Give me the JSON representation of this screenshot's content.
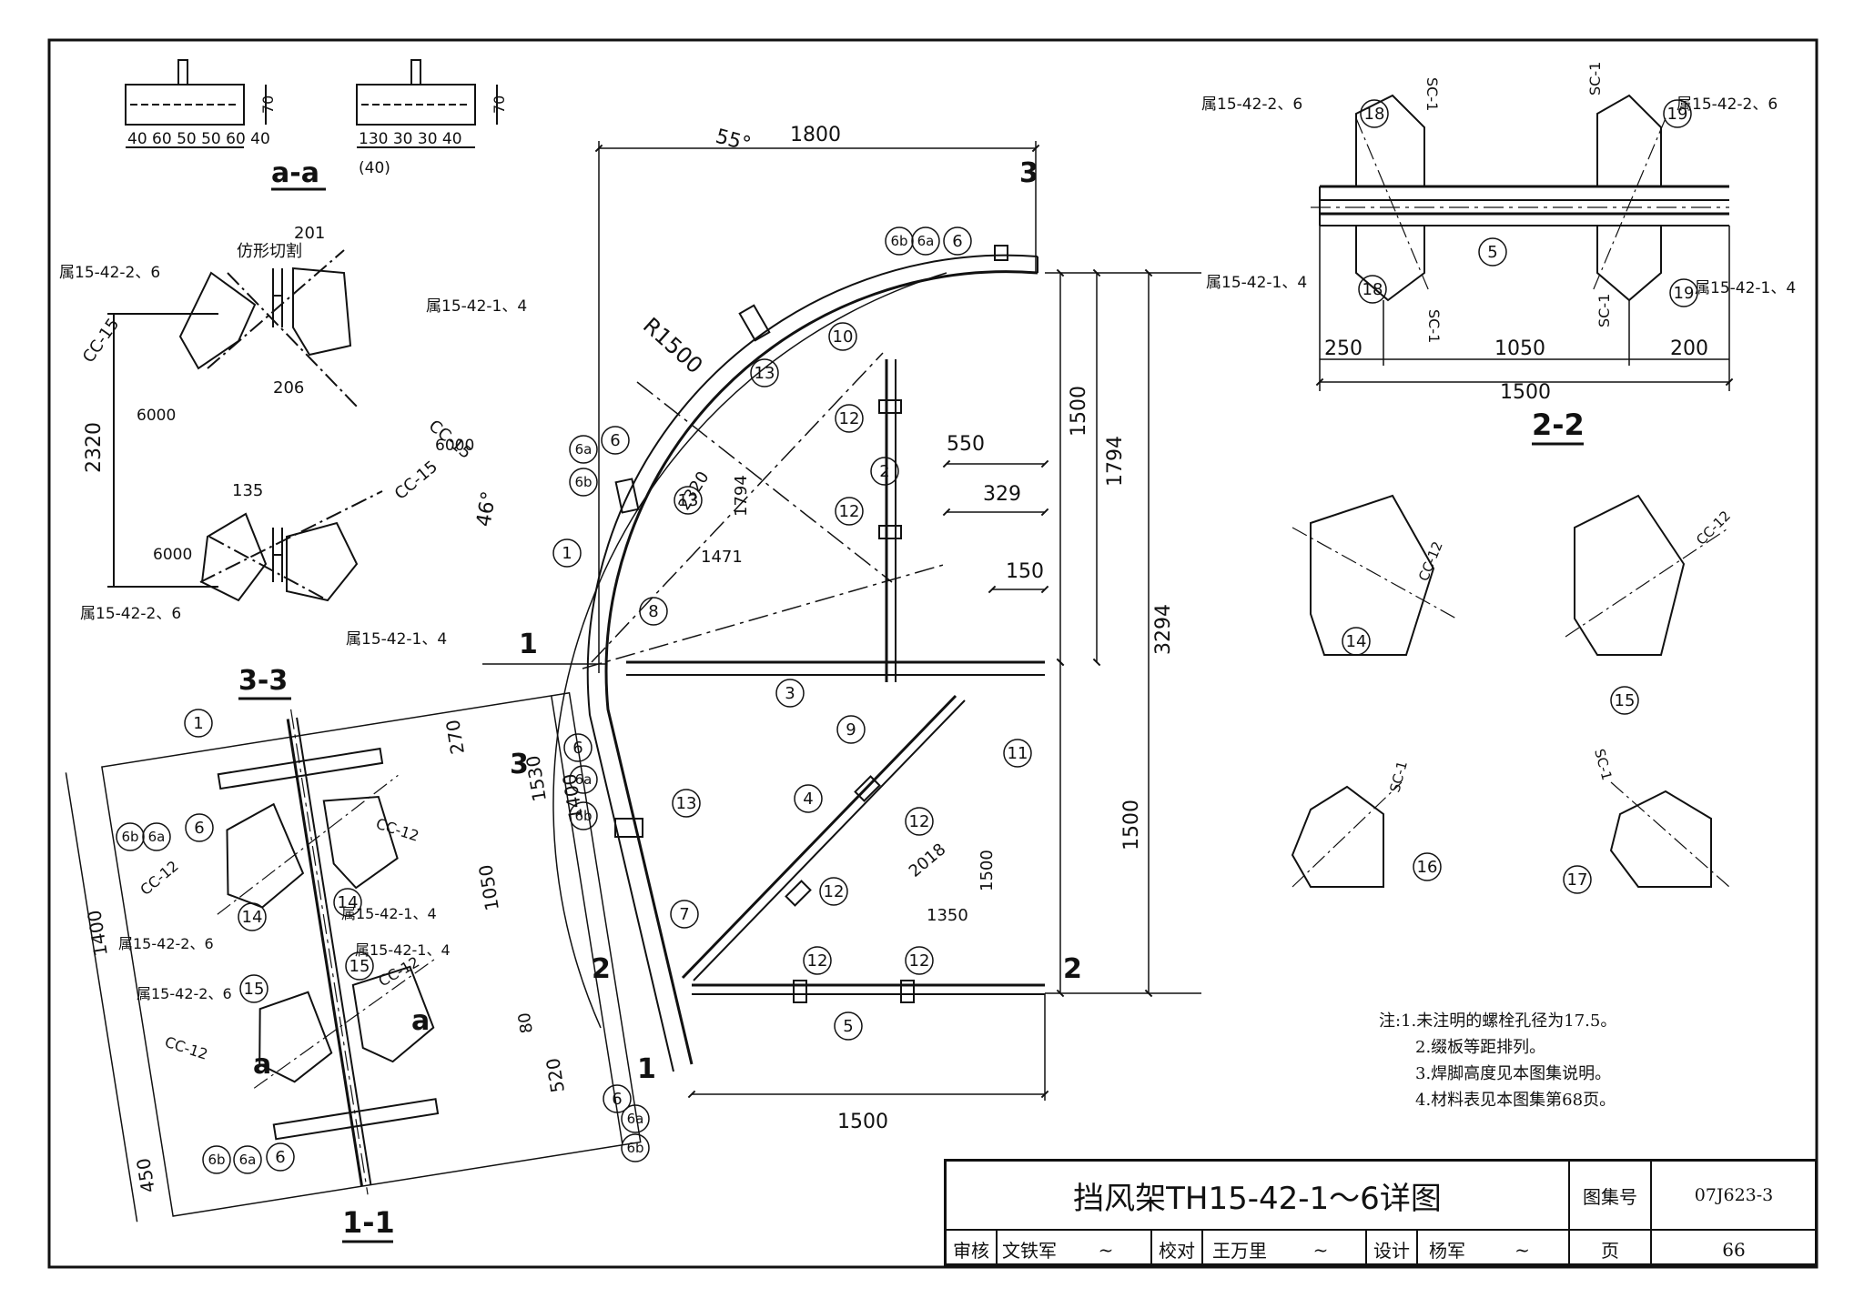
{
  "section_labels": {
    "s11": "1-1",
    "s22": "2-2",
    "s33": "3-3",
    "saa": "a-a"
  },
  "markers": {
    "cut1": "1",
    "cut2": "2",
    "cut3": "3",
    "cuta": "a"
  },
  "annotations": {
    "profile_cut": "仿形切割",
    "radius": "R1500",
    "angle_55": "55°",
    "angle_46": "46°",
    "belongs_1_4": "属15-42-1、4",
    "belongs_2_6": "属15-42-2、6"
  },
  "part_numbers": [
    "1",
    "2",
    "3",
    "4",
    "5",
    "6",
    "6a",
    "6b",
    "7",
    "8",
    "9",
    "10",
    "11",
    "12",
    "13",
    "14",
    "15",
    "16",
    "17",
    "18",
    "19"
  ],
  "dimensions": {
    "overall_width": "1800",
    "overall_height": "3294",
    "height_1794": "1794",
    "height_1500_top": "1500",
    "height_1500_bottom": "1500",
    "width_1500_bottom": "1500",
    "width_550": "550",
    "width_329": "329",
    "width_150": "150",
    "width_1050_22": "1050",
    "width_1500_22": "1500",
    "width_250": "250",
    "width_200": "200",
    "height_2320": "2320",
    "width_1400": "1400",
    "width_1530": "1530",
    "width_1050_11": "1050",
    "dim_270": "270",
    "dim_520": "520",
    "dim_450": "450",
    "dim_80": "80"
  },
  "slopes": {
    "cc15": "CC-15",
    "cc12": "CC-12",
    "sc1": "SC-1",
    "v2320": "2320",
    "v6000": "6000",
    "v1050": "1050",
    "v1794": "1794",
    "v1471": "1471",
    "v2018": "2018",
    "v1350": "1350",
    "v1500": "1500"
  },
  "notes": {
    "prefix": "注:",
    "n1": "1.未注明的螺栓孔径为17.5。",
    "n2": "2.缀板等距排列。",
    "n3": "3.焊脚高度见本图集说明。",
    "n4": "4.材料表见本图集第68页。"
  },
  "title_block": {
    "title": "挡风架TH15-42-1～6详图",
    "atlas_label": "图集号",
    "atlas_number": "07J623-3",
    "page_label": "页",
    "page_number": "66",
    "review_label": "审核",
    "reviewer": "文铁军",
    "check_label": "校对",
    "checker": "王万里",
    "design_label": "设计",
    "designer": "杨军"
  }
}
